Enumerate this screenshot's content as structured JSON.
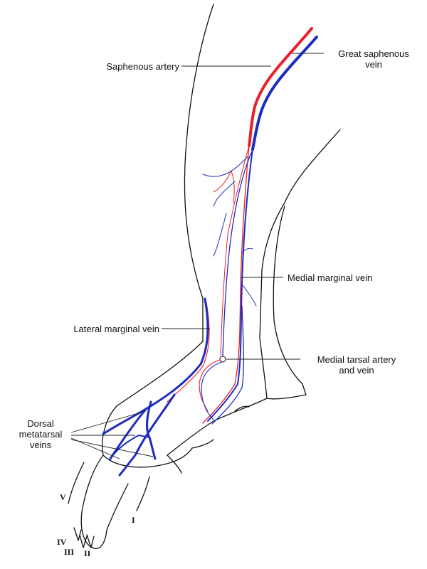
{
  "labels": {
    "saphenous_artery": "Saphenous artery",
    "great_saphenous_vein_line1": "Great saphenous",
    "great_saphenous_vein_line2": "vein",
    "medial_marginal_vein": "Medial marginal vein",
    "lateral_marginal_vein": "Lateral marginal vein",
    "medial_tarsal_line1": "Medial tarsal artery",
    "medial_tarsal_line2": "and vein",
    "dorsal_line1": "Dorsal",
    "dorsal_line2": "metatarsal",
    "dorsal_line3": "veins"
  },
  "digits": {
    "I": "I",
    "II": "II",
    "III": "III",
    "IV": "IV",
    "V": "V"
  },
  "colors": {
    "artery": "#e8202a",
    "vein": "#1c2cc0",
    "outline": "#111111",
    "leader": "#222222"
  }
}
